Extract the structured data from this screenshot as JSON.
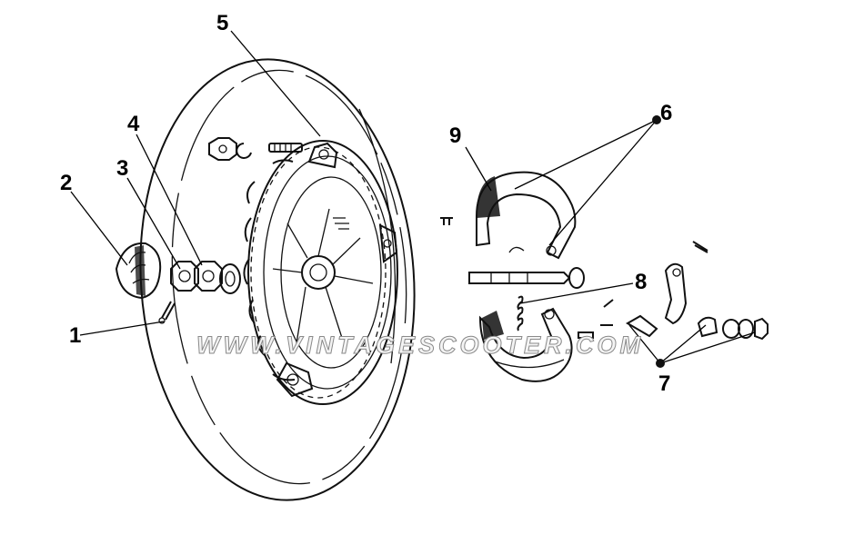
{
  "callouts": {
    "c1": "1",
    "c2": "2",
    "c3": "3",
    "c4": "4",
    "c5": "5",
    "c6": "6",
    "c7": "7",
    "c8": "8",
    "c9": "9"
  },
  "watermark": "WWW.VINTAGESCOOTER.COM",
  "colors": {
    "ink": "#111111",
    "background": "#ffffff",
    "watermark_stroke": "#8a8a8a"
  }
}
